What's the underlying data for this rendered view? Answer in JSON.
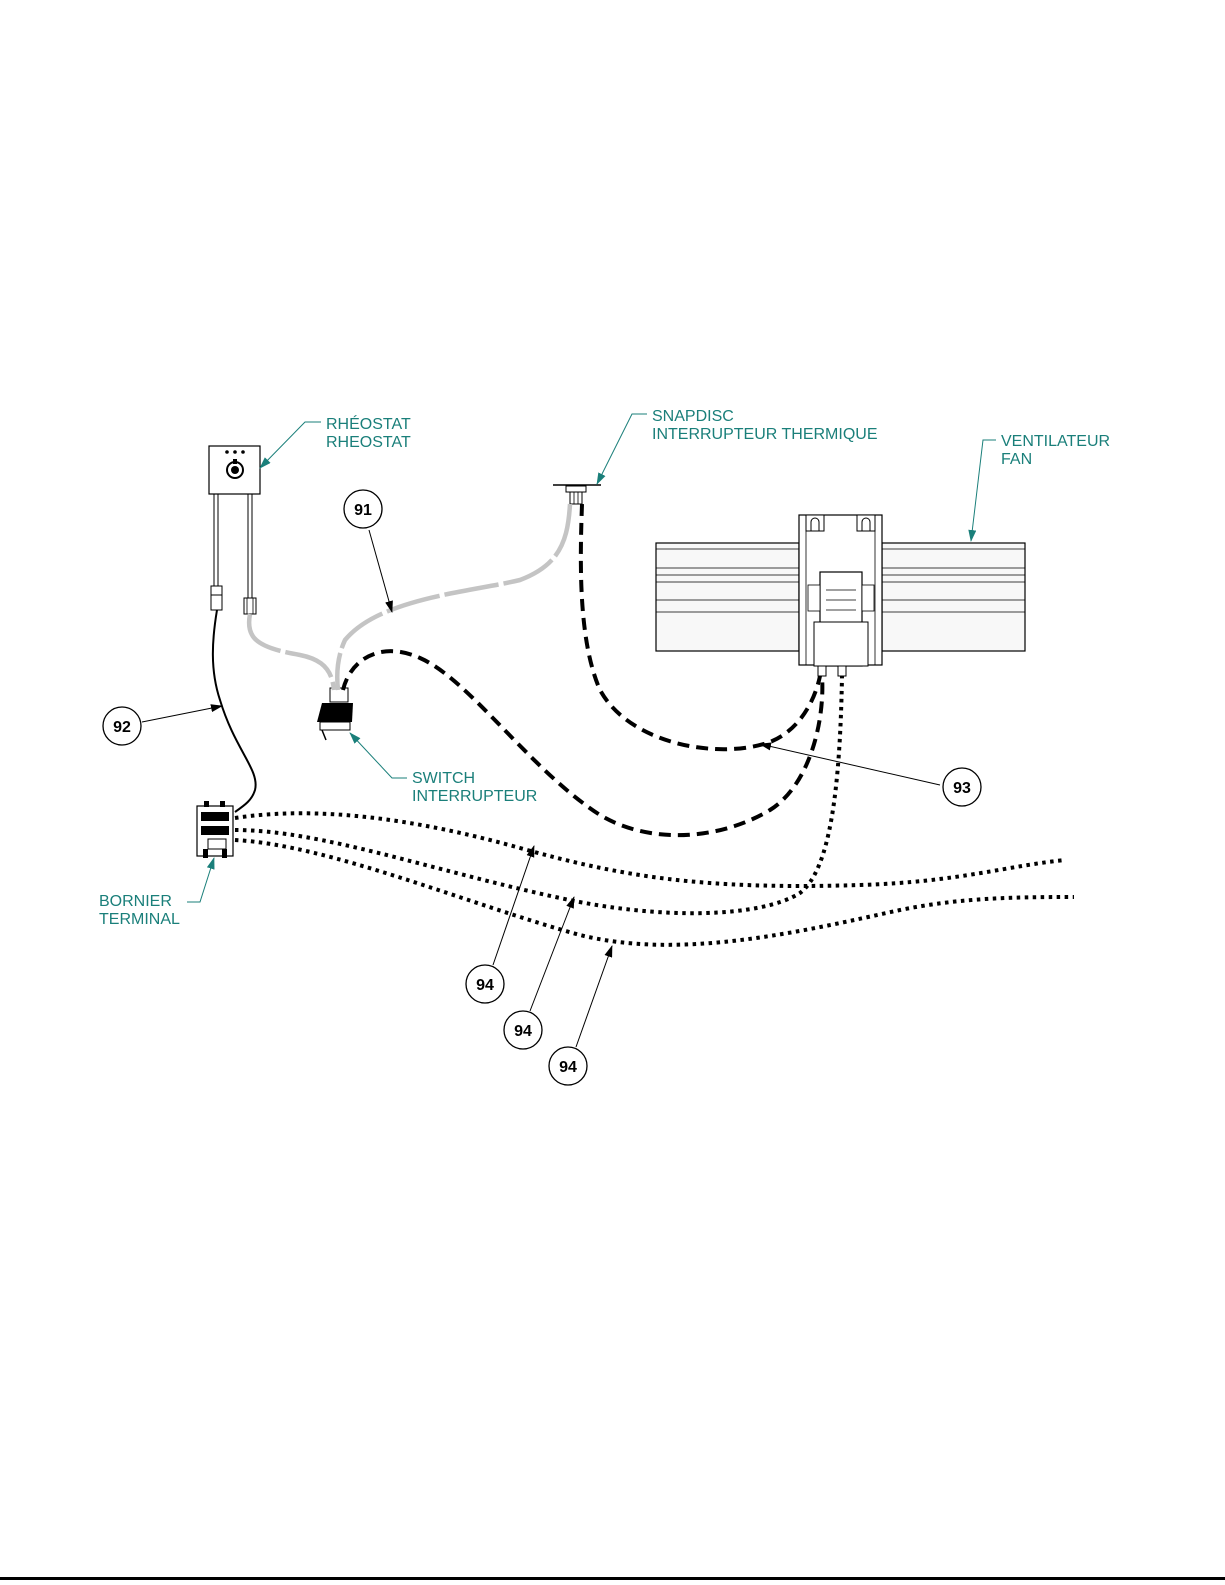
{
  "colors": {
    "label": "#1a7f7a",
    "line": "#000000",
    "gray_wire": "#c4c4c4",
    "fan_fill": "#f8f8f8"
  },
  "labels": {
    "rheostat": [
      "RHÉOSTAT",
      "RHEOSTAT"
    ],
    "snapdisc": [
      "SNAPDISC",
      "INTERRUPTEUR THERMIQUE"
    ],
    "fan": [
      "VENTILATEUR",
      "FAN"
    ],
    "switch": [
      "SWITCH",
      "INTERRUPTEUR"
    ],
    "terminal": [
      "BORNIER",
      "TERMINAL"
    ]
  },
  "callouts": {
    "c91": "91",
    "c92": "92",
    "c93": "93",
    "c94a": "94",
    "c94b": "94",
    "c94c": "94"
  }
}
